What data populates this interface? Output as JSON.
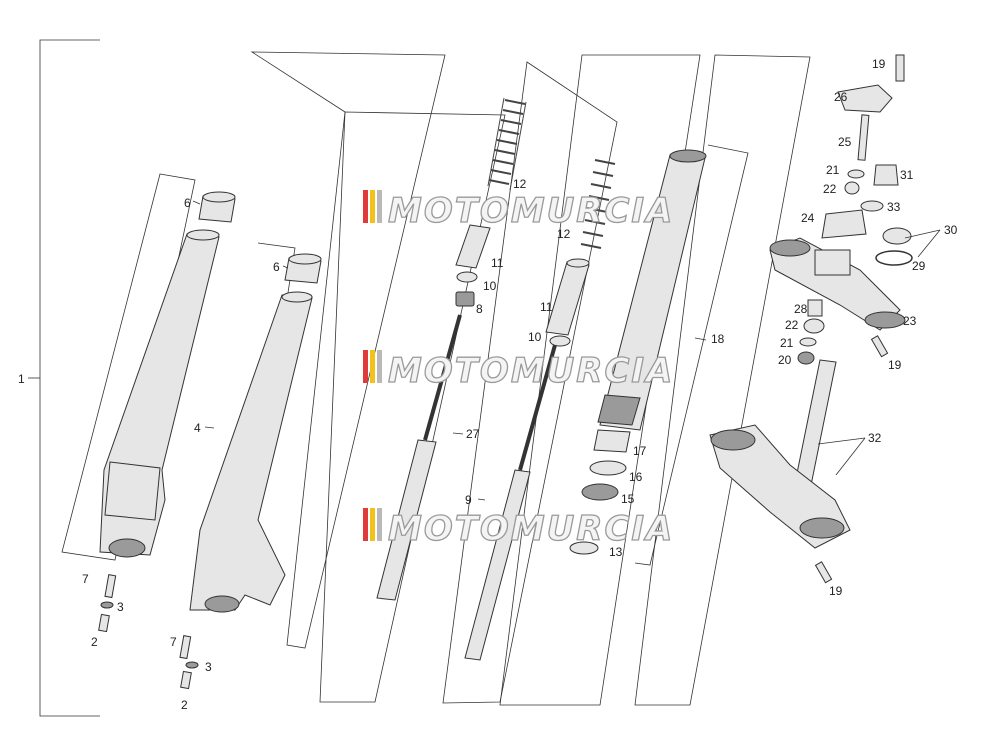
{
  "diagram": {
    "watermark_text": "MOTOMURCIA",
    "watermark_colors": [
      "#e03a3a",
      "#f2c21b",
      "#b9b9b9"
    ],
    "labels": {
      "1": "1",
      "2a": "2",
      "2b": "2",
      "3a": "3",
      "3b": "3",
      "4": "4",
      "6a": "6",
      "6b": "6",
      "7a": "7",
      "7b": "7",
      "8": "8",
      "9": "9",
      "10a": "10",
      "10b": "10",
      "11a": "11",
      "11b": "11",
      "12a": "12",
      "12b": "12",
      "13": "13",
      "15": "15",
      "16": "16",
      "17": "17",
      "18": "18",
      "19a": "19",
      "19b": "19",
      "19c": "19",
      "20": "20",
      "21a": "21",
      "21b": "21",
      "22a": "22",
      "22b": "22",
      "23": "23",
      "24": "24",
      "25": "25",
      "26": "26",
      "27": "27",
      "28": "28",
      "29": "29",
      "30": "30",
      "31": "31",
      "32": "32",
      "33": "33"
    }
  }
}
